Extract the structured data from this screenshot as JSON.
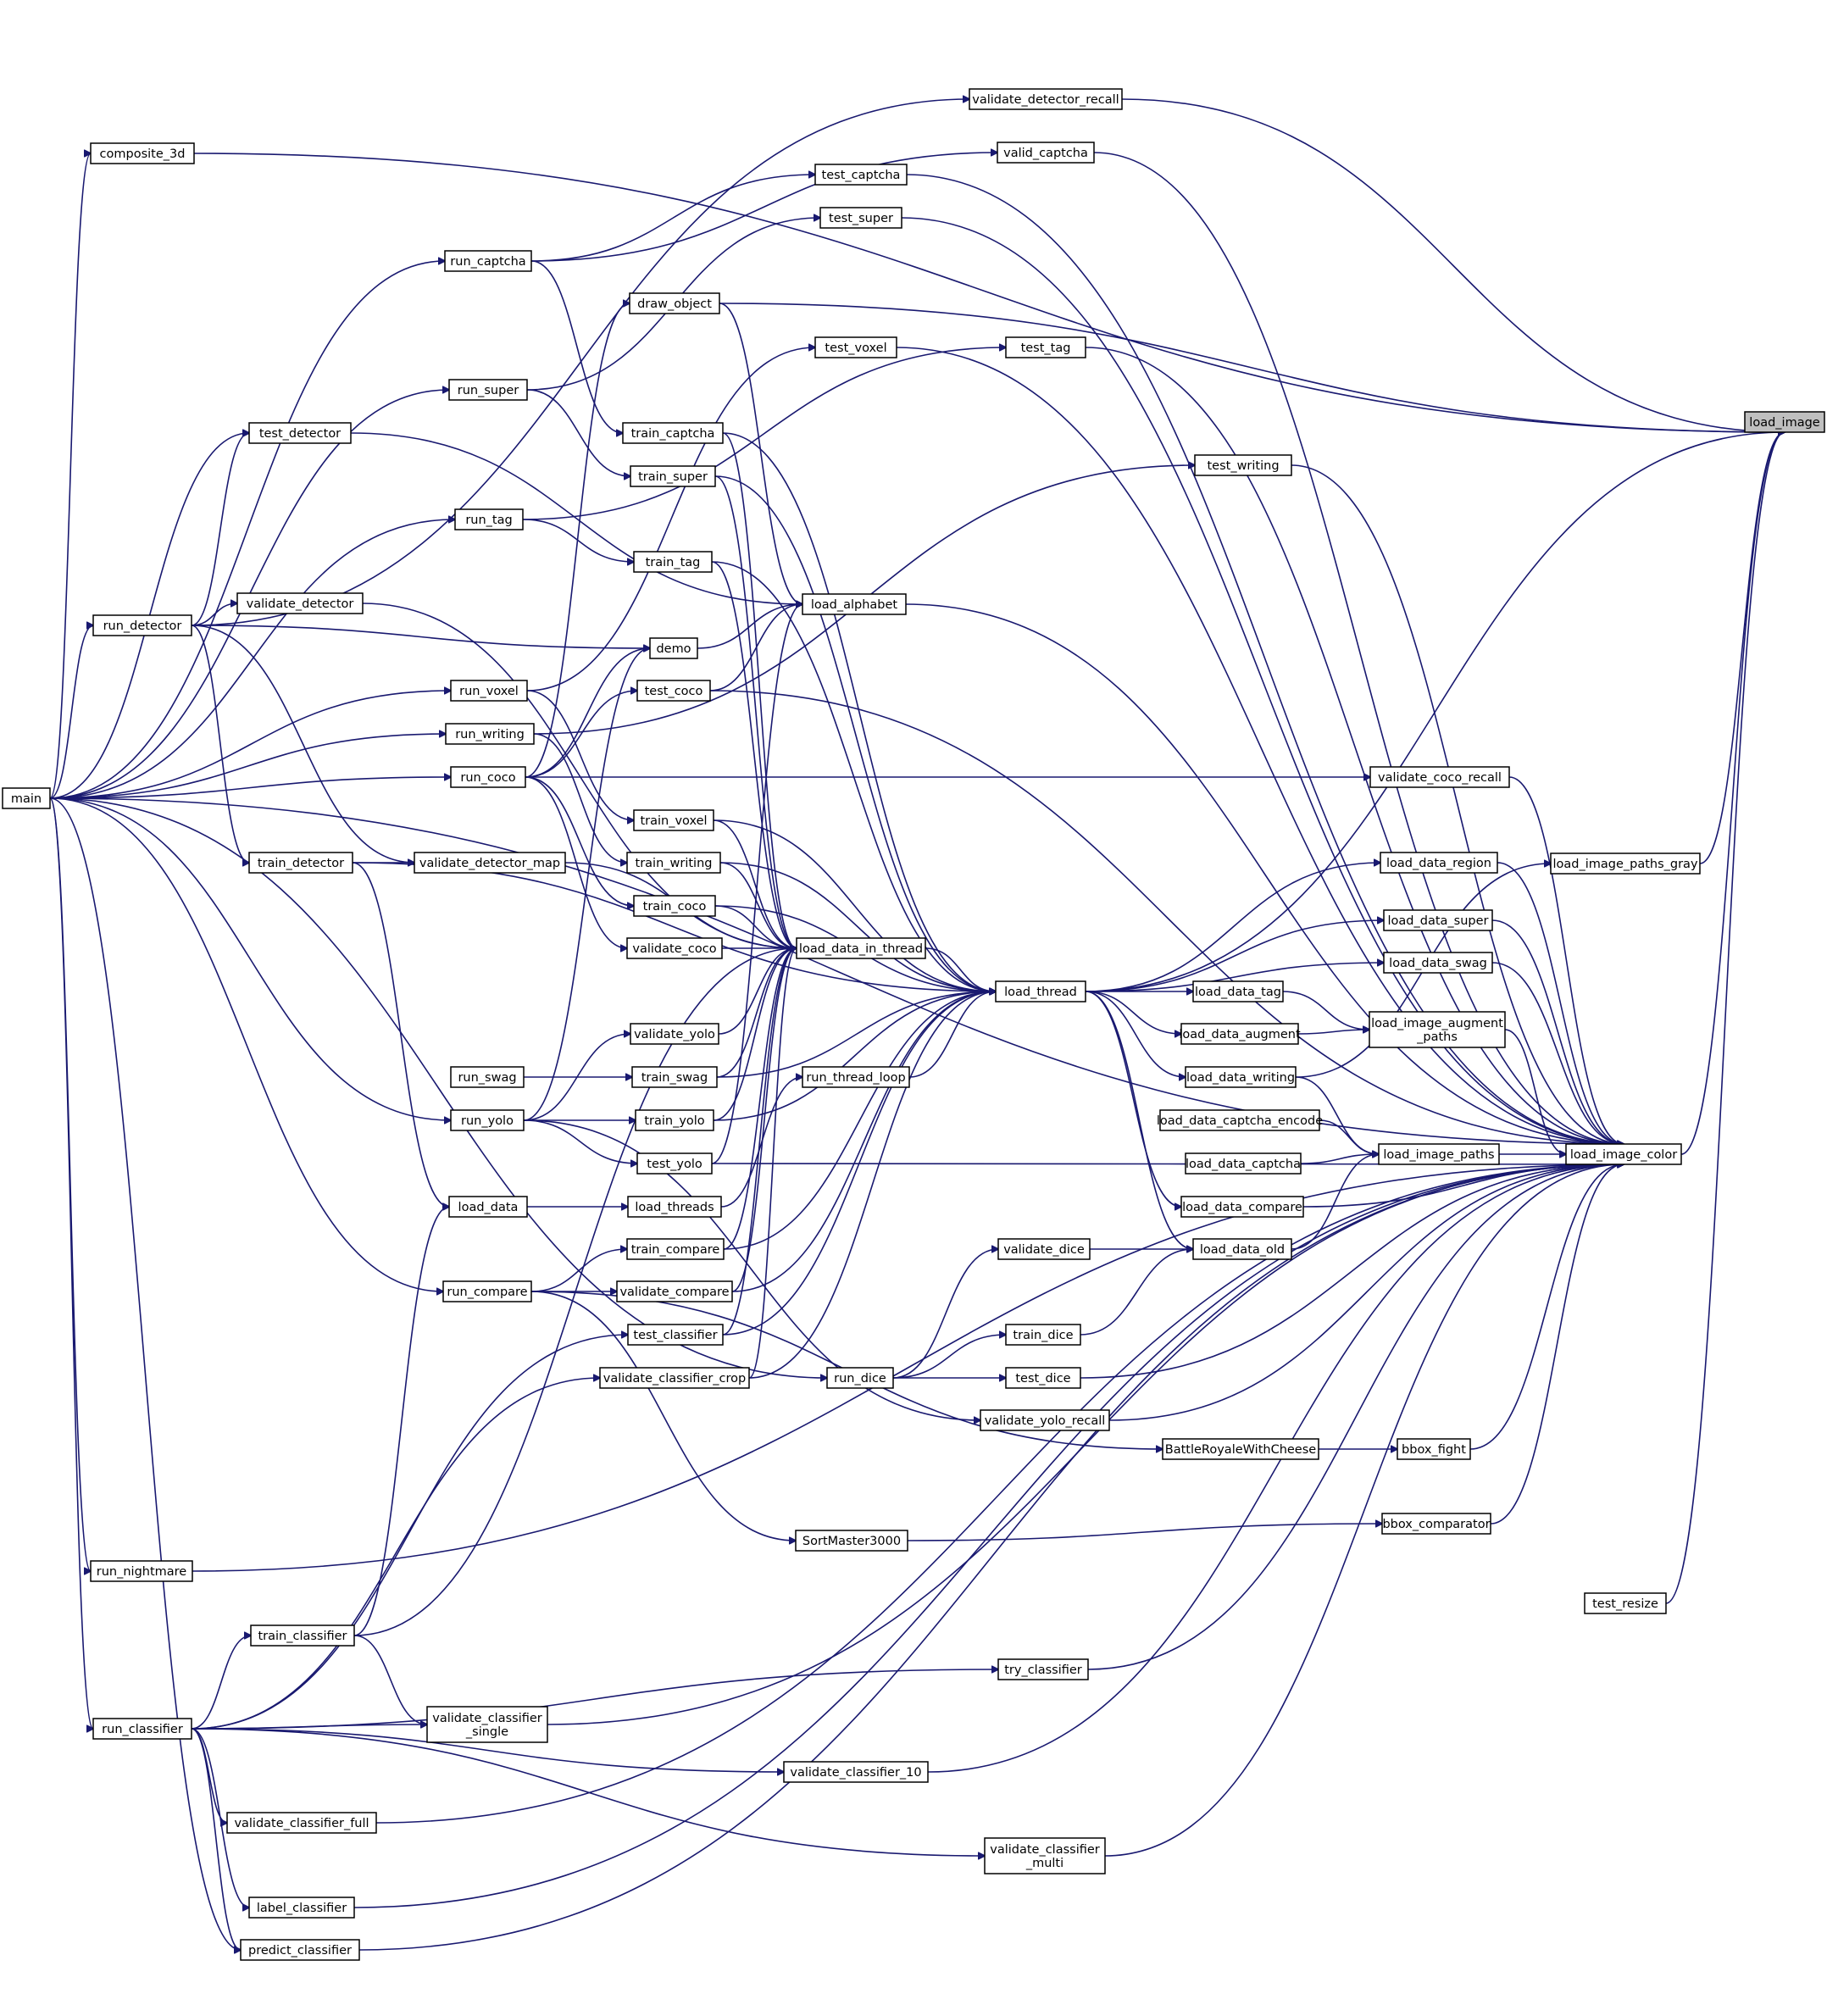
{
  "diagram": {
    "type": "call-graph",
    "edge_color": "#191970",
    "highlight_fill": "#bfbfbf",
    "nodes": [
      {
        "id": "load_image",
        "label": "load_image",
        "highlight": true
      },
      {
        "id": "load_image_color",
        "label": "load_image_color"
      },
      {
        "id": "load_image_paths_gray",
        "label": "load_image_paths_gray"
      },
      {
        "id": "test_resize",
        "label": "test_resize"
      },
      {
        "id": "main",
        "label": "main"
      },
      {
        "id": "composite_3d",
        "label": "composite_3d"
      },
      {
        "id": "validate_detector_recall",
        "label": "validate_detector_recall"
      },
      {
        "id": "valid_captcha",
        "label": "valid_captcha"
      },
      {
        "id": "test_captcha",
        "label": "test_captcha"
      },
      {
        "id": "test_super",
        "label": "test_super"
      },
      {
        "id": "run_captcha",
        "label": "run_captcha"
      },
      {
        "id": "draw_object",
        "label": "draw_object"
      },
      {
        "id": "test_tag",
        "label": "test_tag"
      },
      {
        "id": "test_voxel",
        "label": "test_voxel"
      },
      {
        "id": "run_super",
        "label": "run_super"
      },
      {
        "id": "test_detector",
        "label": "test_detector"
      },
      {
        "id": "train_captcha",
        "label": "train_captcha"
      },
      {
        "id": "test_writing",
        "label": "test_writing"
      },
      {
        "id": "train_super",
        "label": "train_super"
      },
      {
        "id": "run_tag",
        "label": "run_tag"
      },
      {
        "id": "train_tag",
        "label": "train_tag"
      },
      {
        "id": "load_alphabet",
        "label": "load_alphabet"
      },
      {
        "id": "validate_detector",
        "label": "validate_detector"
      },
      {
        "id": "run_detector",
        "label": "run_detector"
      },
      {
        "id": "demo",
        "label": "demo"
      },
      {
        "id": "run_voxel",
        "label": "run_voxel"
      },
      {
        "id": "test_coco",
        "label": "test_coco"
      },
      {
        "id": "run_writing",
        "label": "run_writing"
      },
      {
        "id": "validate_coco_recall",
        "label": "validate_coco_recall"
      },
      {
        "id": "run_coco",
        "label": "run_coco"
      },
      {
        "id": "train_voxel",
        "label": "train_voxel"
      },
      {
        "id": "train_detector",
        "label": "train_detector"
      },
      {
        "id": "validate_detector_map",
        "label": "validate_detector_map"
      },
      {
        "id": "train_writing",
        "label": "train_writing"
      },
      {
        "id": "load_data_region",
        "label": "load_data_region"
      },
      {
        "id": "train_coco",
        "label": "train_coco"
      },
      {
        "id": "load_data_super",
        "label": "load_data_super"
      },
      {
        "id": "validate_coco",
        "label": "validate_coco"
      },
      {
        "id": "load_data_in_thread",
        "label": "load_data_in_thread"
      },
      {
        "id": "load_data_swag",
        "label": "load_data_swag"
      },
      {
        "id": "load_thread",
        "label": "load_thread"
      },
      {
        "id": "load_data_tag",
        "label": "load_data_tag"
      },
      {
        "id": "load_image_augment_paths",
        "label": "load_image_augment\n_paths"
      },
      {
        "id": "validate_yolo",
        "label": "validate_yolo"
      },
      {
        "id": "load_data_augment",
        "label": "load_data_augment"
      },
      {
        "id": "run_swag",
        "label": "run_swag"
      },
      {
        "id": "train_swag",
        "label": "train_swag"
      },
      {
        "id": "run_thread_loop",
        "label": "run_thread_loop"
      },
      {
        "id": "load_data_writing",
        "label": "load_data_writing"
      },
      {
        "id": "run_yolo",
        "label": "run_yolo"
      },
      {
        "id": "train_yolo",
        "label": "train_yolo"
      },
      {
        "id": "load_data_captcha_encode",
        "label": "load_data_captcha_encode"
      },
      {
        "id": "load_image_paths",
        "label": "load_image_paths"
      },
      {
        "id": "test_yolo",
        "label": "test_yolo"
      },
      {
        "id": "load_data_captcha",
        "label": "load_data_captcha"
      },
      {
        "id": "load_data",
        "label": "load_data"
      },
      {
        "id": "load_threads",
        "label": "load_threads"
      },
      {
        "id": "load_data_compare",
        "label": "load_data_compare"
      },
      {
        "id": "train_compare",
        "label": "train_compare"
      },
      {
        "id": "validate_dice",
        "label": "validate_dice"
      },
      {
        "id": "load_data_old",
        "label": "load_data_old"
      },
      {
        "id": "run_compare",
        "label": "run_compare"
      },
      {
        "id": "validate_compare",
        "label": "validate_compare"
      },
      {
        "id": "test_classifier",
        "label": "test_classifier"
      },
      {
        "id": "train_dice",
        "label": "train_dice"
      },
      {
        "id": "validate_classifier_crop",
        "label": "validate_classifier_crop"
      },
      {
        "id": "run_dice",
        "label": "run_dice"
      },
      {
        "id": "test_dice",
        "label": "test_dice"
      },
      {
        "id": "validate_yolo_recall",
        "label": "validate_yolo_recall"
      },
      {
        "id": "bbox_fight",
        "label": "bbox_fight"
      },
      {
        "id": "BattleRoyaleWithCheese",
        "label": "BattleRoyaleWithCheese"
      },
      {
        "id": "bbox_comparator",
        "label": "bbox_comparator"
      },
      {
        "id": "SortMaster3000",
        "label": "SortMaster3000"
      },
      {
        "id": "run_nightmare",
        "label": "run_nightmare"
      },
      {
        "id": "train_classifier",
        "label": "train_classifier"
      },
      {
        "id": "try_classifier",
        "label": "try_classifier"
      },
      {
        "id": "run_classifier",
        "label": "run_classifier"
      },
      {
        "id": "validate_classifier_single",
        "label": "validate_classifier\n_single"
      },
      {
        "id": "validate_classifier_10",
        "label": "validate_classifier_10"
      },
      {
        "id": "validate_classifier_full",
        "label": "validate_classifier_full"
      },
      {
        "id": "validate_classifier_multi",
        "label": "validate_classifier\n_multi"
      },
      {
        "id": "label_classifier",
        "label": "label_classifier"
      },
      {
        "id": "predict_classifier",
        "label": "predict_classifier"
      }
    ],
    "edges": [
      [
        "load_image_color",
        "load_image"
      ],
      [
        "load_image_paths_gray",
        "load_image"
      ],
      [
        "test_resize",
        "load_image"
      ],
      [
        "composite_3d",
        "load_image"
      ],
      [
        "validate_detector_recall",
        "load_image"
      ],
      [
        "draw_object",
        "load_image"
      ],
      [
        "load_thread",
        "load_image"
      ],
      [
        "main",
        "composite_3d"
      ],
      [
        "main",
        "run_captcha"
      ],
      [
        "main",
        "run_super"
      ],
      [
        "main",
        "test_detector"
      ],
      [
        "main",
        "run_tag"
      ],
      [
        "main",
        "run_detector"
      ],
      [
        "main",
        "run_voxel"
      ],
      [
        "main",
        "run_writing"
      ],
      [
        "main",
        "run_coco"
      ],
      [
        "main",
        "run_yolo"
      ],
      [
        "main",
        "run_compare"
      ],
      [
        "main",
        "run_dice"
      ],
      [
        "main",
        "run_nightmare"
      ],
      [
        "main",
        "run_classifier"
      ],
      [
        "main",
        "load_image_color"
      ],
      [
        "run_captcha",
        "test_captcha"
      ],
      [
        "run_captcha",
        "valid_captcha"
      ],
      [
        "run_captcha",
        "train_captcha"
      ],
      [
        "run_super",
        "test_super"
      ],
      [
        "run_super",
        "train_super"
      ],
      [
        "run_tag",
        "test_tag"
      ],
      [
        "run_tag",
        "train_tag"
      ],
      [
        "run_voxel",
        "test_voxel"
      ],
      [
        "run_voxel",
        "train_voxel"
      ],
      [
        "run_writing",
        "test_writing"
      ],
      [
        "run_writing",
        "train_writing"
      ],
      [
        "run_coco",
        "draw_object"
      ],
      [
        "run_coco",
        "demo"
      ],
      [
        "run_coco",
        "test_coco"
      ],
      [
        "run_coco",
        "validate_coco_recall"
      ],
      [
        "run_coco",
        "train_coco"
      ],
      [
        "run_coco",
        "validate_coco"
      ],
      [
        "run_yolo",
        "demo"
      ],
      [
        "run_yolo",
        "validate_yolo"
      ],
      [
        "run_yolo",
        "train_yolo"
      ],
      [
        "run_yolo",
        "test_yolo"
      ],
      [
        "run_yolo",
        "validate_yolo_recall"
      ],
      [
        "run_swag",
        "train_swag"
      ],
      [
        "run_detector",
        "test_detector"
      ],
      [
        "run_detector",
        "validate_detector"
      ],
      [
        "run_detector",
        "train_detector"
      ],
      [
        "run_detector",
        "validate_detector_map"
      ],
      [
        "run_detector",
        "validate_detector_recall"
      ],
      [
        "run_detector",
        "demo"
      ],
      [
        "train_detector",
        "validate_detector_map"
      ],
      [
        "train_detector",
        "load_thread"
      ],
      [
        "test_detector",
        "load_alphabet"
      ],
      [
        "test_coco",
        "load_alphabet"
      ],
      [
        "demo",
        "load_alphabet"
      ],
      [
        "draw_object",
        "load_alphabet"
      ],
      [
        "test_yolo",
        "load_alphabet"
      ],
      [
        "run_compare",
        "train_compare"
      ],
      [
        "run_compare",
        "validate_compare"
      ],
      [
        "run_compare",
        "SortMaster3000"
      ],
      [
        "run_compare",
        "BattleRoyaleWithCheese"
      ],
      [
        "run_dice",
        "validate_dice"
      ],
      [
        "run_dice",
        "train_dice"
      ],
      [
        "run_dice",
        "test_dice"
      ],
      [
        "run_classifier",
        "train_classifier"
      ],
      [
        "run_classifier",
        "validate_classifier_single"
      ],
      [
        "run_classifier",
        "validate_classifier_10"
      ],
      [
        "run_classifier",
        "validate_classifier_full"
      ],
      [
        "run_classifier",
        "validate_classifier_multi"
      ],
      [
        "run_classifier",
        "label_classifier"
      ],
      [
        "run_classifier",
        "predict_classifier"
      ],
      [
        "run_classifier",
        "test_classifier"
      ],
      [
        "run_classifier",
        "validate_classifier_crop"
      ],
      [
        "run_classifier",
        "try_classifier"
      ],
      [
        "train_classifier",
        "validate_classifier_single"
      ],
      [
        "train_classifier",
        "load_data"
      ],
      [
        "train_classifier",
        "load_data_in_thread"
      ],
      [
        "main",
        "predict_classifier"
      ],
      [
        "train_detector",
        "load_data"
      ],
      [
        "load_data",
        "load_threads"
      ],
      [
        "load_threads",
        "run_thread_loop"
      ],
      [
        "run_thread_loop",
        "load_thread"
      ],
      [
        "train_captcha",
        "load_data_in_thread"
      ],
      [
        "train_super",
        "load_data_in_thread"
      ],
      [
        "train_tag",
        "load_data_in_thread"
      ],
      [
        "train_voxel",
        "load_data_in_thread"
      ],
      [
        "train_writing",
        "load_data_in_thread"
      ],
      [
        "train_coco",
        "load_data_in_thread"
      ],
      [
        "validate_coco",
        "load_data_in_thread"
      ],
      [
        "validate_yolo",
        "load_data_in_thread"
      ],
      [
        "train_swag",
        "load_data_in_thread"
      ],
      [
        "train_yolo",
        "load_data_in_thread"
      ],
      [
        "train_compare",
        "load_data_in_thread"
      ],
      [
        "validate_compare",
        "load_data_in_thread"
      ],
      [
        "test_classifier",
        "load_data_in_thread"
      ],
      [
        "validate_classifier_crop",
        "load_data_in_thread"
      ],
      [
        "validate_detector_map",
        "load_data_in_thread"
      ],
      [
        "validate_detector",
        "load_data_in_thread"
      ],
      [
        "load_data_in_thread",
        "load_thread"
      ],
      [
        "train_captcha",
        "load_thread"
      ],
      [
        "train_super",
        "load_thread"
      ],
      [
        "train_tag",
        "load_thread"
      ],
      [
        "train_voxel",
        "load_thread"
      ],
      [
        "train_writing",
        "load_thread"
      ],
      [
        "train_coco",
        "load_thread"
      ],
      [
        "train_swag",
        "load_thread"
      ],
      [
        "train_yolo",
        "load_thread"
      ],
      [
        "train_compare",
        "load_thread"
      ],
      [
        "validate_compare",
        "load_thread"
      ],
      [
        "test_classifier",
        "load_thread"
      ],
      [
        "validate_classifier_crop",
        "load_thread"
      ],
      [
        "load_thread",
        "load_data_region"
      ],
      [
        "load_thread",
        "load_data_super"
      ],
      [
        "load_thread",
        "load_data_swag"
      ],
      [
        "load_thread",
        "load_data_tag"
      ],
      [
        "load_thread",
        "load_data_augment"
      ],
      [
        "load_thread",
        "load_data_writing"
      ],
      [
        "load_thread",
        "load_data_compare"
      ],
      [
        "load_thread",
        "load_data_old"
      ],
      [
        "load_data_tag",
        "load_image_augment_paths"
      ],
      [
        "load_data_augment",
        "load_image_augment_paths"
      ],
      [
        "load_data_writing",
        "load_image_paths"
      ],
      [
        "load_data_writing",
        "load_image_paths_gray"
      ],
      [
        "load_data_captcha_encode",
        "load_image_paths"
      ],
      [
        "load_data_captcha",
        "load_image_paths"
      ],
      [
        "load_data_old",
        "load_image_paths"
      ],
      [
        "validate_dice",
        "load_data_old"
      ],
      [
        "train_dice",
        "load_data_old"
      ],
      [
        "load_image_paths",
        "load_image_color"
      ],
      [
        "load_image_augment_paths",
        "load_image_color"
      ],
      [
        "load_data_region",
        "load_image_color"
      ],
      [
        "load_data_super",
        "load_image_color"
      ],
      [
        "load_data_swag",
        "load_image_color"
      ],
      [
        "load_data_compare",
        "load_image_color"
      ],
      [
        "validate_coco_recall",
        "load_image_color"
      ],
      [
        "bbox_fight",
        "load_image_color"
      ],
      [
        "bbox_comparator",
        "load_image_color"
      ],
      [
        "BattleRoyaleWithCheese",
        "bbox_fight"
      ],
      [
        "SortMaster3000",
        "bbox_comparator"
      ],
      [
        "valid_captcha",
        "load_image_color"
      ],
      [
        "test_captcha",
        "load_image_color"
      ],
      [
        "test_super",
        "load_image_color"
      ],
      [
        "test_tag",
        "load_image_color"
      ],
      [
        "test_voxel",
        "load_image_color"
      ],
      [
        "test_writing",
        "load_image_color"
      ],
      [
        "load_alphabet",
        "load_image_color"
      ],
      [
        "test_coco",
        "load_image_color"
      ],
      [
        "test_yolo",
        "load_image_color"
      ],
      [
        "test_dice",
        "load_image_color"
      ],
      [
        "validate_yolo_recall",
        "load_image_color"
      ],
      [
        "run_nightmare",
        "load_image_color"
      ],
      [
        "try_classifier",
        "load_image_color"
      ],
      [
        "validate_classifier_single",
        "load_image_color"
      ],
      [
        "validate_classifier_10",
        "load_image_color"
      ],
      [
        "validate_classifier_full",
        "load_image_color"
      ],
      [
        "validate_classifier_multi",
        "load_image_color"
      ],
      [
        "label_classifier",
        "load_image_color"
      ],
      [
        "predict_classifier",
        "load_image_color"
      ]
    ]
  }
}
